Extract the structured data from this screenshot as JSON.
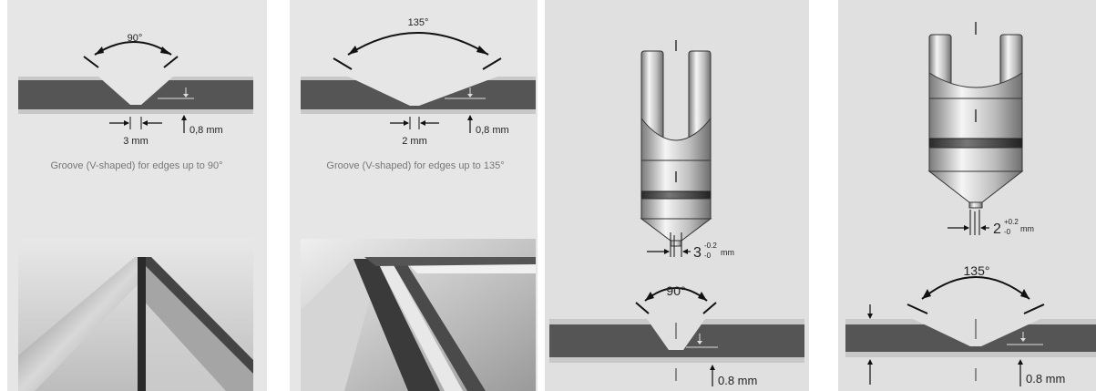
{
  "panel1": {
    "angle": "90°",
    "groove_width": "3 mm",
    "depth": "0,8 mm",
    "caption": "Groove (V-shaped) for edges up to 90°"
  },
  "panel2": {
    "angle": "135°",
    "groove_width": "2 mm",
    "depth": "0,8 mm",
    "caption": "Groove (V-shaped) for edges up to 135°"
  },
  "panel3": {
    "tool_width_main": "3",
    "tool_tol_upper": "-0.2",
    "tool_tol_lower": "-0",
    "tool_unit": "mm",
    "angle": "90°",
    "depth": "0.8 mm"
  },
  "panel4": {
    "tool_width_main": "2",
    "tool_tol_upper": "+0.2",
    "tool_tol_lower": "-0",
    "tool_unit": "mm",
    "angle": "135°",
    "depth": "0.8 mm"
  },
  "colors": {
    "panel_bg": "#e6e6e6",
    "panel_bg_right": "#e0e0e0",
    "panel_dark": "#555555",
    "panel_light": "#c8c8c8"
  }
}
